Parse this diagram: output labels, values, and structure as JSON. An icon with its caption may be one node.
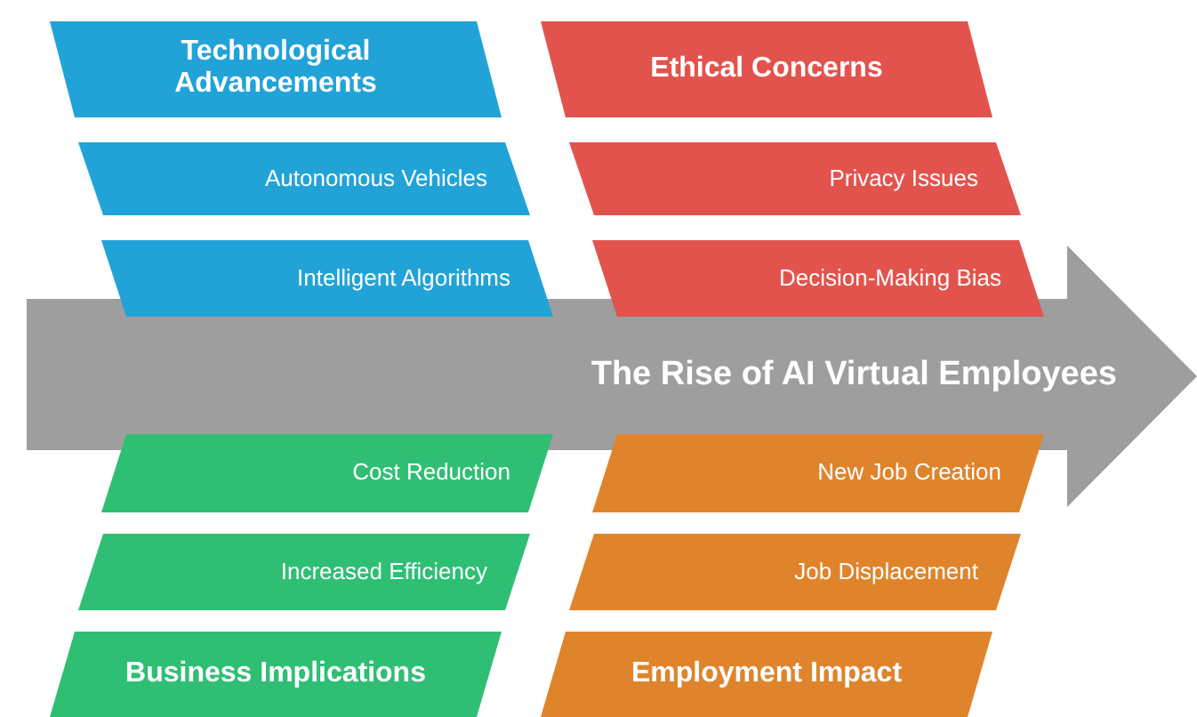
{
  "diagram": {
    "nodes": [
      {
        "text": [
          "The Rise of AI Virtual Employees"
        ]
      },
      {
        "text": [
          "Technological Advancements"
        ]
      },
      {
        "text": [
          "Autonomous Vehicles"
        ]
      },
      {
        "text": [
          "Intelligent Algorithms"
        ]
      },
      {
        "text": [
          "Ethical Concerns"
        ]
      },
      {
        "text": [
          "Privacy Issues"
        ]
      },
      {
        "text": [
          "Decision-Making Bias"
        ]
      },
      {
        "text": [
          "Cost Reduction"
        ]
      },
      {
        "text": [
          "Increased Efficiency"
        ]
      },
      {
        "text": [
          "Business Implications"
        ]
      },
      {
        "text": [
          "New Job Creation"
        ]
      },
      {
        "text": [
          "Job Displacement"
        ]
      },
      {
        "text": [
          "Employment Impact"
        ]
      }
    ]
  }
}
